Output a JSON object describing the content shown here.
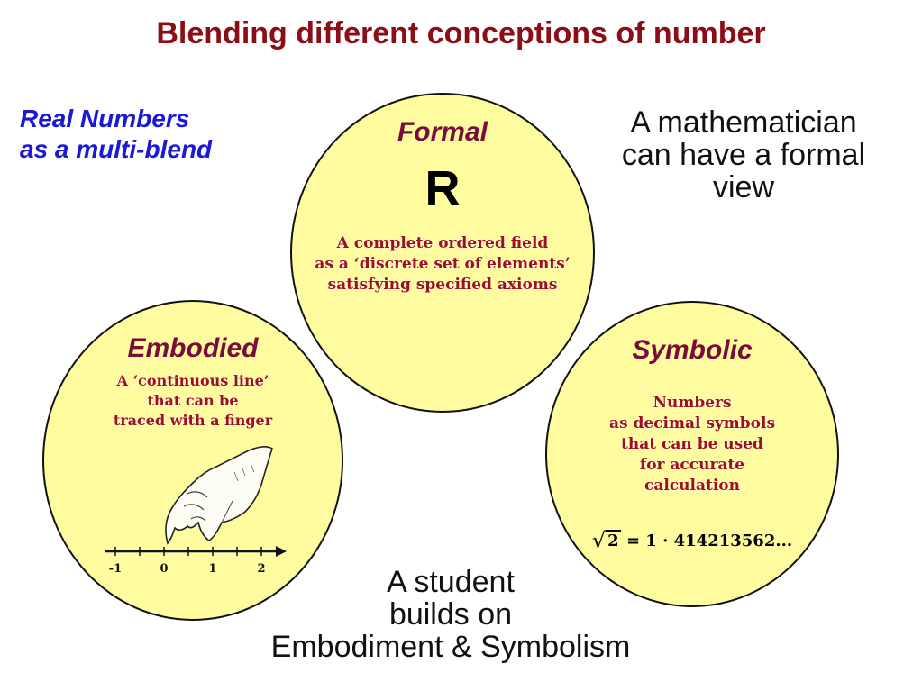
{
  "title": "Blending different conceptions of number",
  "subtitle": [
    "Real Numbers",
    "as a multi-blend"
  ],
  "mathematician_note": [
    "A mathematician",
    "can have a formal",
    "view"
  ],
  "student_note": [
    "A student",
    "builds on",
    "Embodiment & Symbolism"
  ],
  "formal": {
    "label": "Formal",
    "symbol": "R",
    "description": [
      "A complete ordered field",
      "as a ‘discrete set of elements’",
      "satisfying specified axioms"
    ]
  },
  "embodied": {
    "label": "Embodied",
    "description": [
      "A ‘continuous line’",
      "that can be",
      "traced with a finger"
    ],
    "number_line_ticks": [
      "-1",
      "0",
      "1",
      "2"
    ]
  },
  "symbolic": {
    "label": "Symbolic",
    "description": [
      "Numbers",
      "as decimal symbols",
      "that can be used",
      "for accurate",
      "calculation"
    ],
    "equation": {
      "radicand": "2",
      "rhs": "= 1 · 414213562..."
    }
  },
  "colors": {
    "title": "#8b0d16",
    "subtitle": "#1a1ad6",
    "circle_fill": "#fefc9e",
    "circle_label": "#7a0c3a",
    "description": "#a10f1e"
  }
}
